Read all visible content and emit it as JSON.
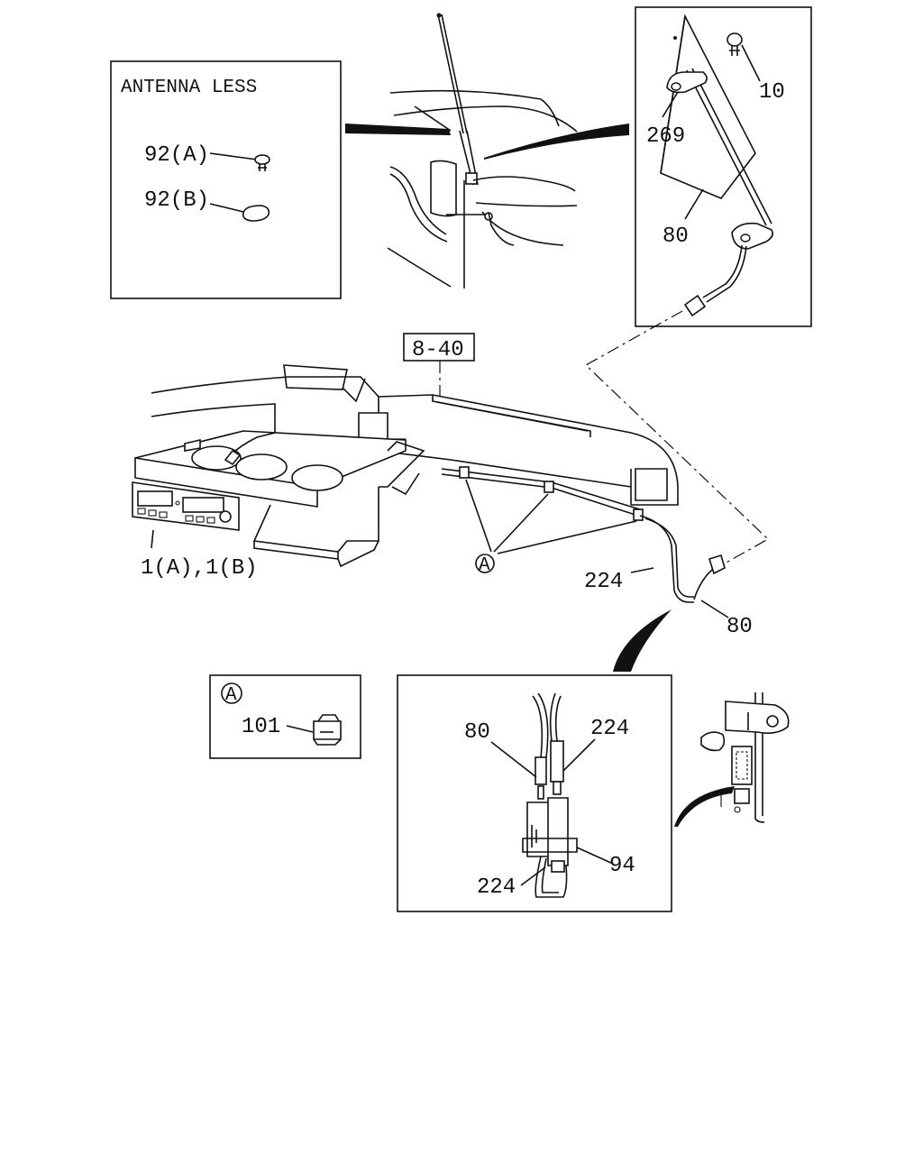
{
  "insets": {
    "antenna_less": {
      "title": "ANTENNA LESS",
      "part_a": "92(A)",
      "part_b": "92(B)"
    },
    "mount": {
      "part_10": "10",
      "part_269": "269",
      "part_80": "80"
    },
    "clip": {
      "ref": "A",
      "part_101": "101"
    },
    "connector": {
      "part_80": "80",
      "part_224_top": "224",
      "part_94": "94",
      "part_224_bottom": "224"
    }
  },
  "main": {
    "ref_box": "8-40",
    "radio_label": "1(A),1(B)",
    "ref_a": "A",
    "cable_224": "224",
    "cable_80": "80"
  }
}
